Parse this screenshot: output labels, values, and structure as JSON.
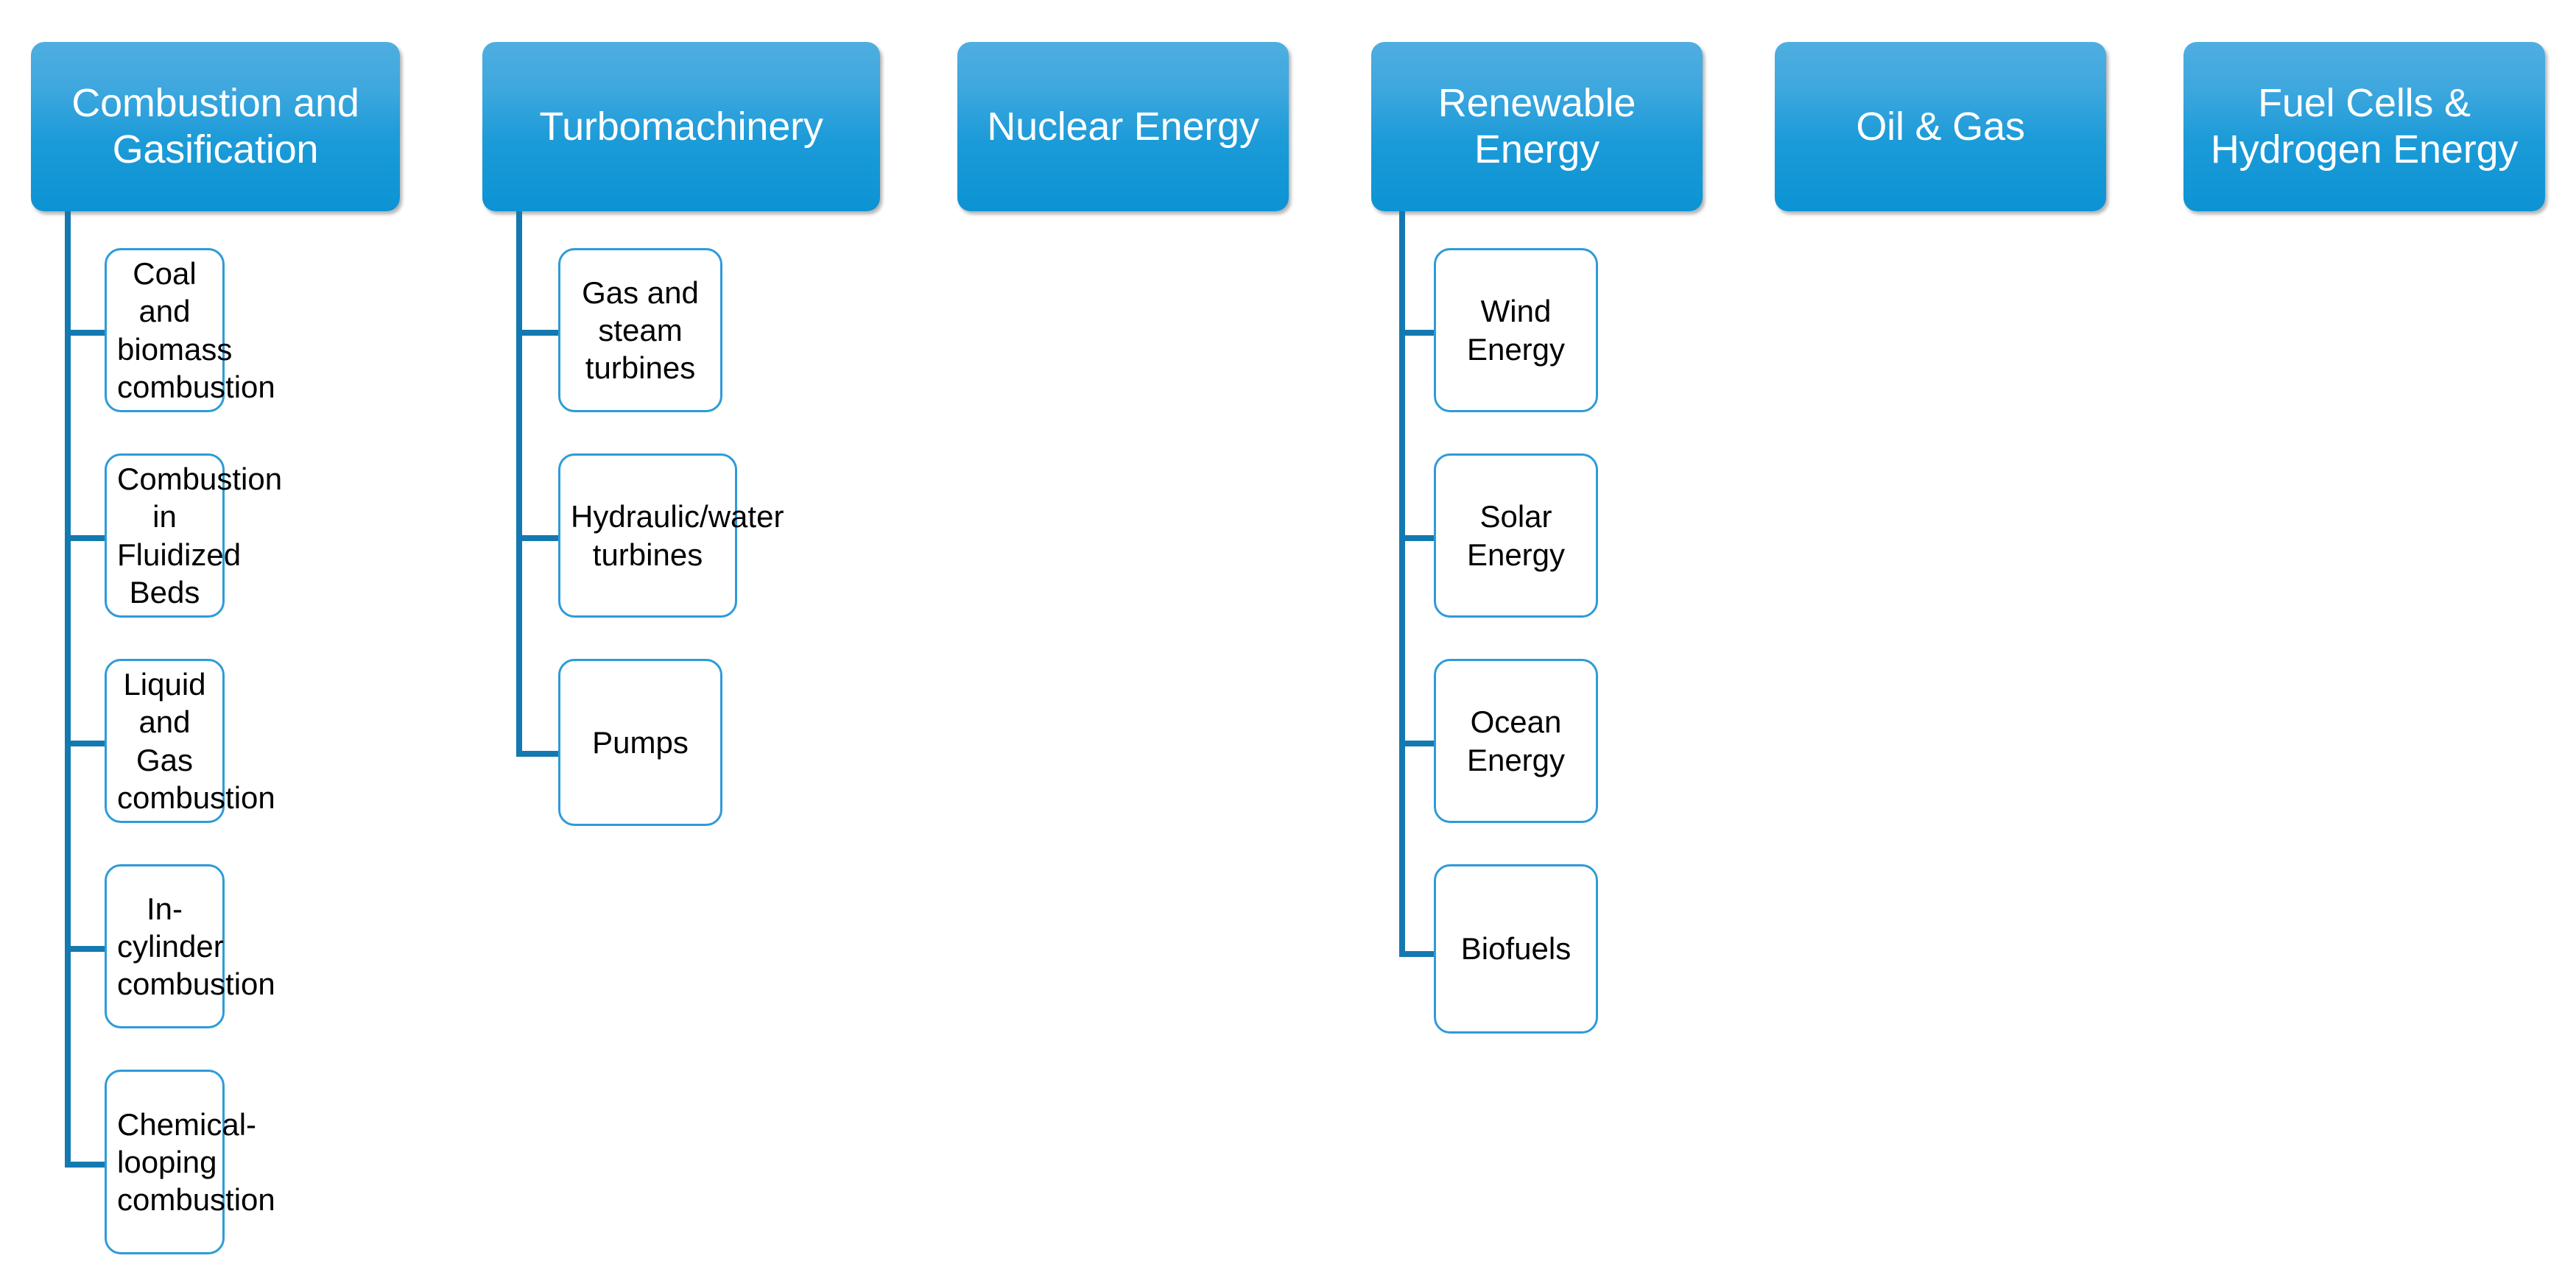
{
  "diagram": {
    "title": "Energy technology areas hierarchy",
    "colors": {
      "header_fill_top": "#4FAEE0",
      "header_fill_bottom": "#0C93D4",
      "header_text": "#FFFFFF",
      "child_border": "#2E9BD9",
      "child_fill": "#FFFFFF",
      "child_text": "#000000",
      "connector": "#1479B0",
      "background": "#FFFFFF"
    },
    "columns": [
      {
        "id": "combustion-and-gasification",
        "header": "Combustion and Gasification",
        "children": [
          "Coal and biomass combustion",
          "Combustion in Fluidized Beds",
          "Liquid and Gas combustion",
          "In-cylinder combustion",
          "Chemical-looping combustion"
        ]
      },
      {
        "id": "turbomachinery",
        "header": "Turbomachinery",
        "children": [
          "Gas and steam turbines",
          "Hydraulic/water turbines",
          "Pumps"
        ]
      },
      {
        "id": "nuclear-energy",
        "header": "Nuclear Energy",
        "children": []
      },
      {
        "id": "renewable-energy",
        "header": "Renewable Energy",
        "children": [
          "Wind Energy",
          "Solar Energy",
          "Ocean Energy",
          "Biofuels"
        ]
      },
      {
        "id": "oil-and-gas",
        "header": "Oil & Gas",
        "children": []
      },
      {
        "id": "fuel-cells-and-hydrogen-energy",
        "header": "Fuel Cells & Hydrogen Energy",
        "children": []
      }
    ]
  }
}
